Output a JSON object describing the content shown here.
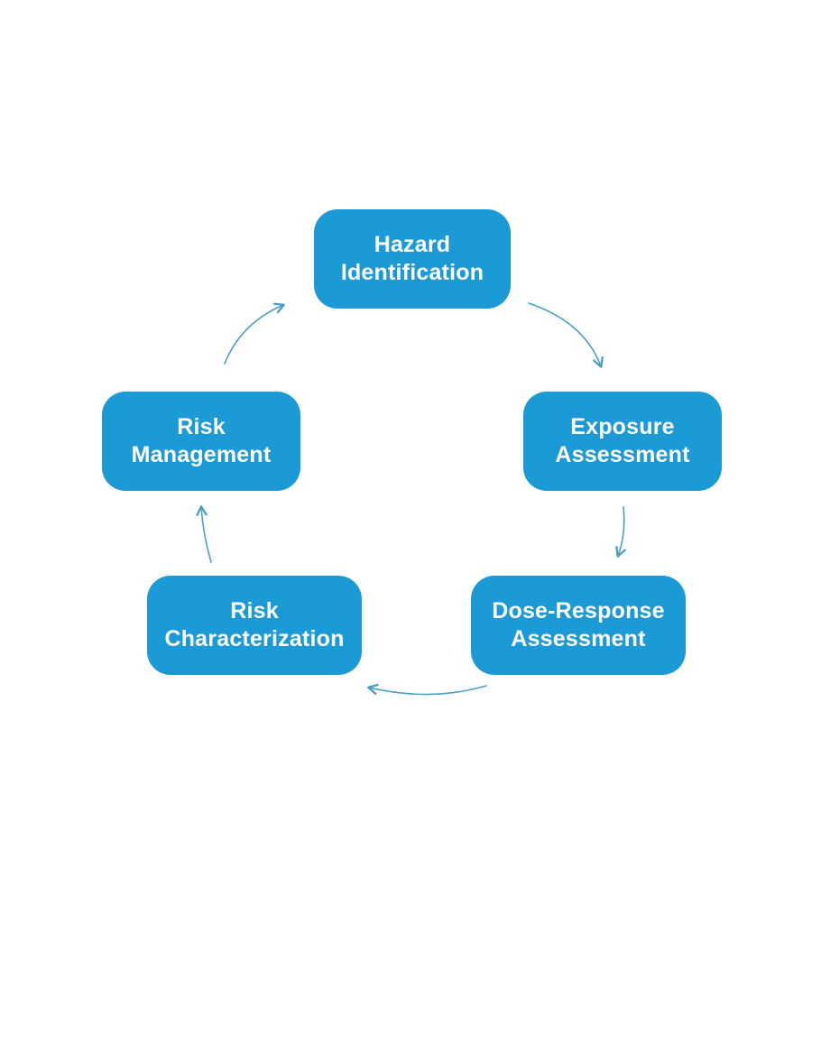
{
  "diagram": {
    "type": "cycle-flowchart",
    "nodes": [
      {
        "id": "hazard-identification",
        "label": "Hazard\nIdentification"
      },
      {
        "id": "exposure-assessment",
        "label": "Exposure\nAssessment"
      },
      {
        "id": "dose-response-assessment",
        "label": "Dose-Response\nAssessment"
      },
      {
        "id": "risk-characterization",
        "label": "Risk\nCharacterization"
      },
      {
        "id": "risk-management",
        "label": "Risk\nManagement"
      }
    ],
    "edges": [
      {
        "from": "hazard-identification",
        "to": "exposure-assessment"
      },
      {
        "from": "exposure-assessment",
        "to": "dose-response-assessment"
      },
      {
        "from": "dose-response-assessment",
        "to": "risk-characterization"
      },
      {
        "from": "risk-characterization",
        "to": "risk-management"
      },
      {
        "from": "risk-management",
        "to": "hazard-identification"
      }
    ],
    "colors": {
      "node_fill": "#1b9ad6",
      "node_text": "#ffffff",
      "arrow": "#4a9fbe",
      "background": "#ffffff"
    }
  }
}
